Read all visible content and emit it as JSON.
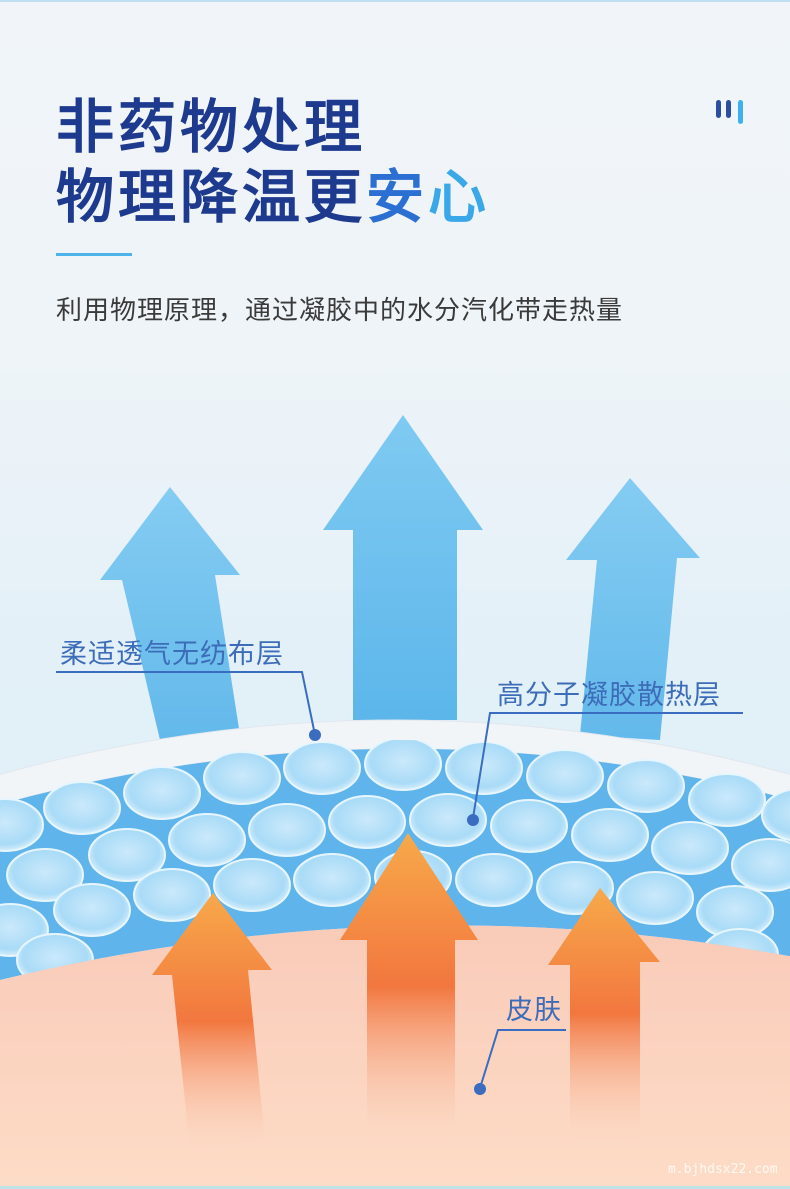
{
  "headline": {
    "line1": "非药物处理",
    "line2_main": "物理降温更",
    "line2_accent1": "安",
    "line2_accent2": "心"
  },
  "subtitle": "利用物理原理，通过凝胶中的水分汽化带走热量",
  "labels": {
    "nonwoven": "柔适透气无纺布层",
    "gel": "高分子凝胶散热层",
    "skin": "皮肤"
  },
  "watermark": "m.bjhdsx22.com",
  "colors": {
    "title": "#1d3a8f",
    "accent": "#3aa8e8",
    "label": "#3d6cb8",
    "cool_arrow": "#6cc0ee",
    "warm_arrow": "#f58a4a",
    "skin": "#fbd3bf"
  }
}
